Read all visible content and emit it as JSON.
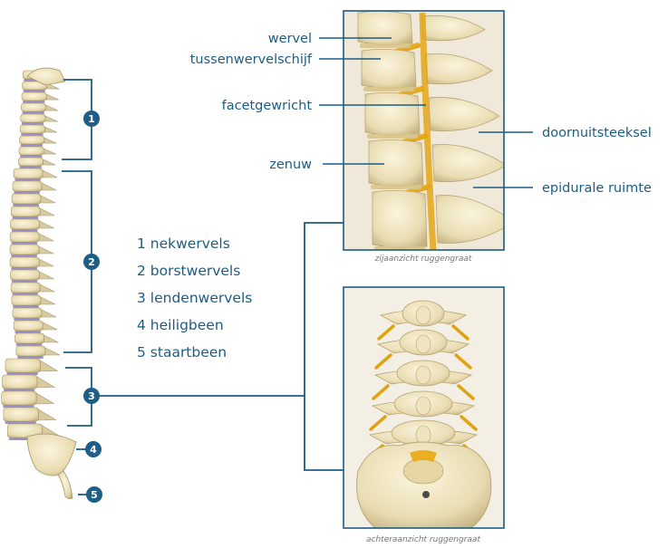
{
  "colors": {
    "accent": "#1b5d85",
    "badge": "#1f5f86",
    "bone": "#e8dcb5",
    "disc": "#8a7fc0",
    "nerve": "#e9a90f",
    "photo_bg": "#f3efe6"
  },
  "side_view": {
    "caption": "zijaanzicht ruggengraat",
    "labels": {
      "wervel": "wervel",
      "tussenwervelschijf": "tussenwervelschijf",
      "facetgewricht": "facetgewricht",
      "zenuw": "zenuw",
      "doornuitsteeksel": "doornuitsteeksel",
      "epidurale_ruimte": "epidurale ruimte"
    }
  },
  "back_view": {
    "caption": "achteraanzicht ruggengraat"
  },
  "legend": [
    "1 nekwervels",
    "2 borstwervels",
    "3 lendenwervels",
    "4 heiligbeen",
    "5 staartbeen"
  ],
  "badges": [
    "1",
    "2",
    "3",
    "4",
    "5"
  ]
}
